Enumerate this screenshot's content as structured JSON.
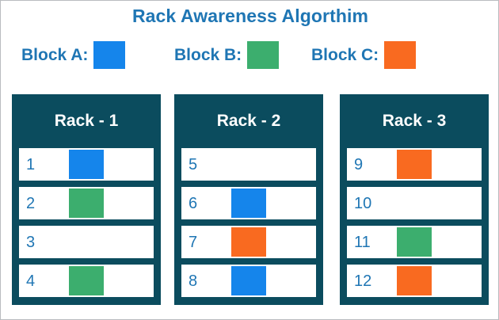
{
  "title": "Rack Awareness Algorthim",
  "colors": {
    "title_text": "#1f76b4",
    "label_text": "#1f76b4",
    "rack_background": "#0b4c5e",
    "rack_title_text": "#ffffff",
    "node_row_background": "#ffffff",
    "node_id_text": "#1f76b4",
    "page_background": "#ffffff",
    "page_border": "#b9bcc0",
    "block_a": "#1585eb",
    "block_b": "#3cae6e",
    "block_c": "#f96a20"
  },
  "legend": {
    "items": [
      {
        "label": "Block A:",
        "block": "A",
        "color": "#1585eb",
        "swatch_name": "blue-swatch"
      },
      {
        "label": "Block B:",
        "block": "B",
        "color": "#3cae6e",
        "swatch_name": "green-swatch"
      },
      {
        "label": "Block C:",
        "block": "C",
        "color": "#f96a20",
        "swatch_name": "orange-swatch"
      }
    ]
  },
  "racks": [
    {
      "title": "Rack - 1",
      "nodes": [
        {
          "id": "1",
          "block": "A",
          "color": "#1585eb"
        },
        {
          "id": "2",
          "block": "B",
          "color": "#3cae6e"
        },
        {
          "id": "3",
          "block": null,
          "color": null
        },
        {
          "id": "4",
          "block": "B",
          "color": "#3cae6e"
        }
      ]
    },
    {
      "title": "Rack - 2",
      "nodes": [
        {
          "id": "5",
          "block": null,
          "color": null
        },
        {
          "id": "6",
          "block": "A",
          "color": "#1585eb"
        },
        {
          "id": "7",
          "block": "C",
          "color": "#f96a20"
        },
        {
          "id": "8",
          "block": "A",
          "color": "#1585eb"
        }
      ]
    },
    {
      "title": "Rack - 3",
      "nodes": [
        {
          "id": "9",
          "block": "C",
          "color": "#f96a20"
        },
        {
          "id": "10",
          "block": null,
          "color": null
        },
        {
          "id": "11",
          "block": "B",
          "color": "#3cae6e"
        },
        {
          "id": "12",
          "block": "C",
          "color": "#f96a20"
        }
      ]
    }
  ]
}
